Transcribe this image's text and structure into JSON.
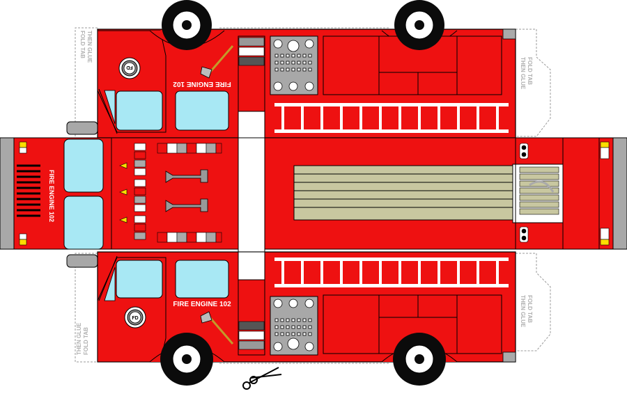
{
  "texts": {
    "engine_label": "FIRE ENGINE 102",
    "fd_badge": "FD",
    "fold_tab_line1": "FOLD TAB",
    "fold_tab_line2": "THEN GLUE"
  },
  "colors": {
    "body_red": "#ee1111",
    "dark_red": "#a40000",
    "window_blue": "#a8e8f4",
    "hose_tan": "#c8c7a0",
    "wheel_black": "#0b0b0b",
    "panel_gray": "#a8a8a8",
    "light_yellow": "#ffdd00"
  },
  "icons": [
    "fd-emblem-icon",
    "fire-axe-icon",
    "scissors-icon",
    "wheel-icon",
    "hose-reel-icon",
    "siren-light-icon"
  ]
}
